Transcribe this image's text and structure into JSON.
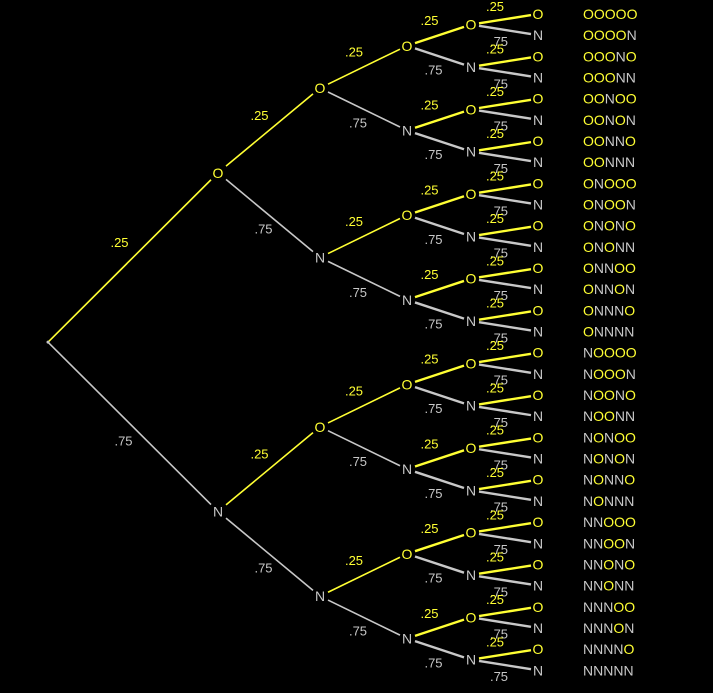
{
  "colors": {
    "background": "#000000",
    "O": "#ffff33",
    "N": "#c8c8c8"
  },
  "probabilities": {
    "O": ".25",
    "N": ".75"
  },
  "outcome_letters": [
    "O",
    "N"
  ],
  "depth": 5,
  "outcomes": [
    "OOOOO",
    "OOOON",
    "OOONO",
    "OOONN",
    "OONOO",
    "OONON",
    "OONNO",
    "OONNN",
    "ONOOO",
    "ONOON",
    "ONONO",
    "ONONN",
    "ONNOO",
    "ONNON",
    "ONNNO",
    "ONNNN",
    "NOOOO",
    "NOOON",
    "NOONO",
    "NOONN",
    "NONOO",
    "NONON",
    "NONNO",
    "NONNN",
    "NNOOO",
    "NNOON",
    "NNONO",
    "NNONN",
    "NNNOO",
    "NNNON",
    "NNNNO",
    "NNNNN"
  ]
}
